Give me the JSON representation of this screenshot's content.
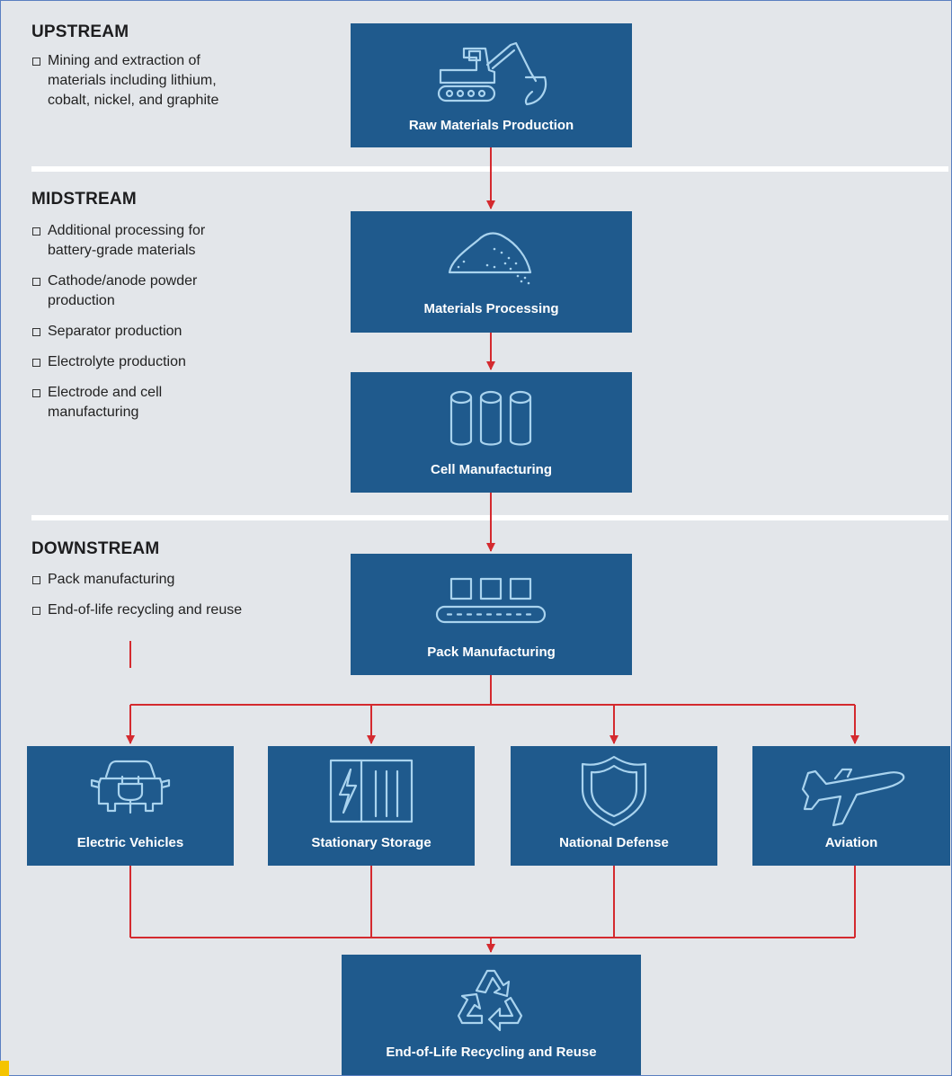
{
  "sections": {
    "upstream": {
      "title": "UPSTREAM",
      "bullets": [
        "Mining and extraction of materials including lithium, cobalt, nickel, and graphite"
      ]
    },
    "midstream": {
      "title": "MIDSTREAM",
      "bullets": [
        "Additional processing for battery-grade materials",
        "Cathode/anode powder production",
        "Separator production",
        "Electrolyte production",
        "Electrode and cell manufacturing"
      ]
    },
    "downstream": {
      "title": "DOWNSTREAM",
      "bullets": [
        "Pack manufacturing",
        "End-of-life recycling and reuse"
      ]
    }
  },
  "stages": {
    "raw": "Raw Materials Production",
    "processing": "Materials Processing",
    "cell": "Cell Manufacturing",
    "pack": "Pack Manufacturing",
    "recycling": "End-of-Life Recycling and Reuse"
  },
  "applications": {
    "ev": "Electric Vehicles",
    "storage": "Stationary Storage",
    "defense": "National Defense",
    "aviation": "Aviation"
  },
  "icons": {
    "raw": "excavator-icon",
    "processing": "powder-pile-icon",
    "cell": "battery-cells-icon",
    "pack": "conveyor-icon",
    "ev": "electric-car-icon",
    "storage": "energy-storage-icon",
    "defense": "shield-icon",
    "aviation": "airplane-icon",
    "recycling": "recycle-icon"
  },
  "colors": {
    "box_fill": "#1f5a8d",
    "arrow": "#d42a2f",
    "background": "#e3e6ea",
    "separator": "#ffffff",
    "icon_stroke": "#a9d3ee"
  }
}
